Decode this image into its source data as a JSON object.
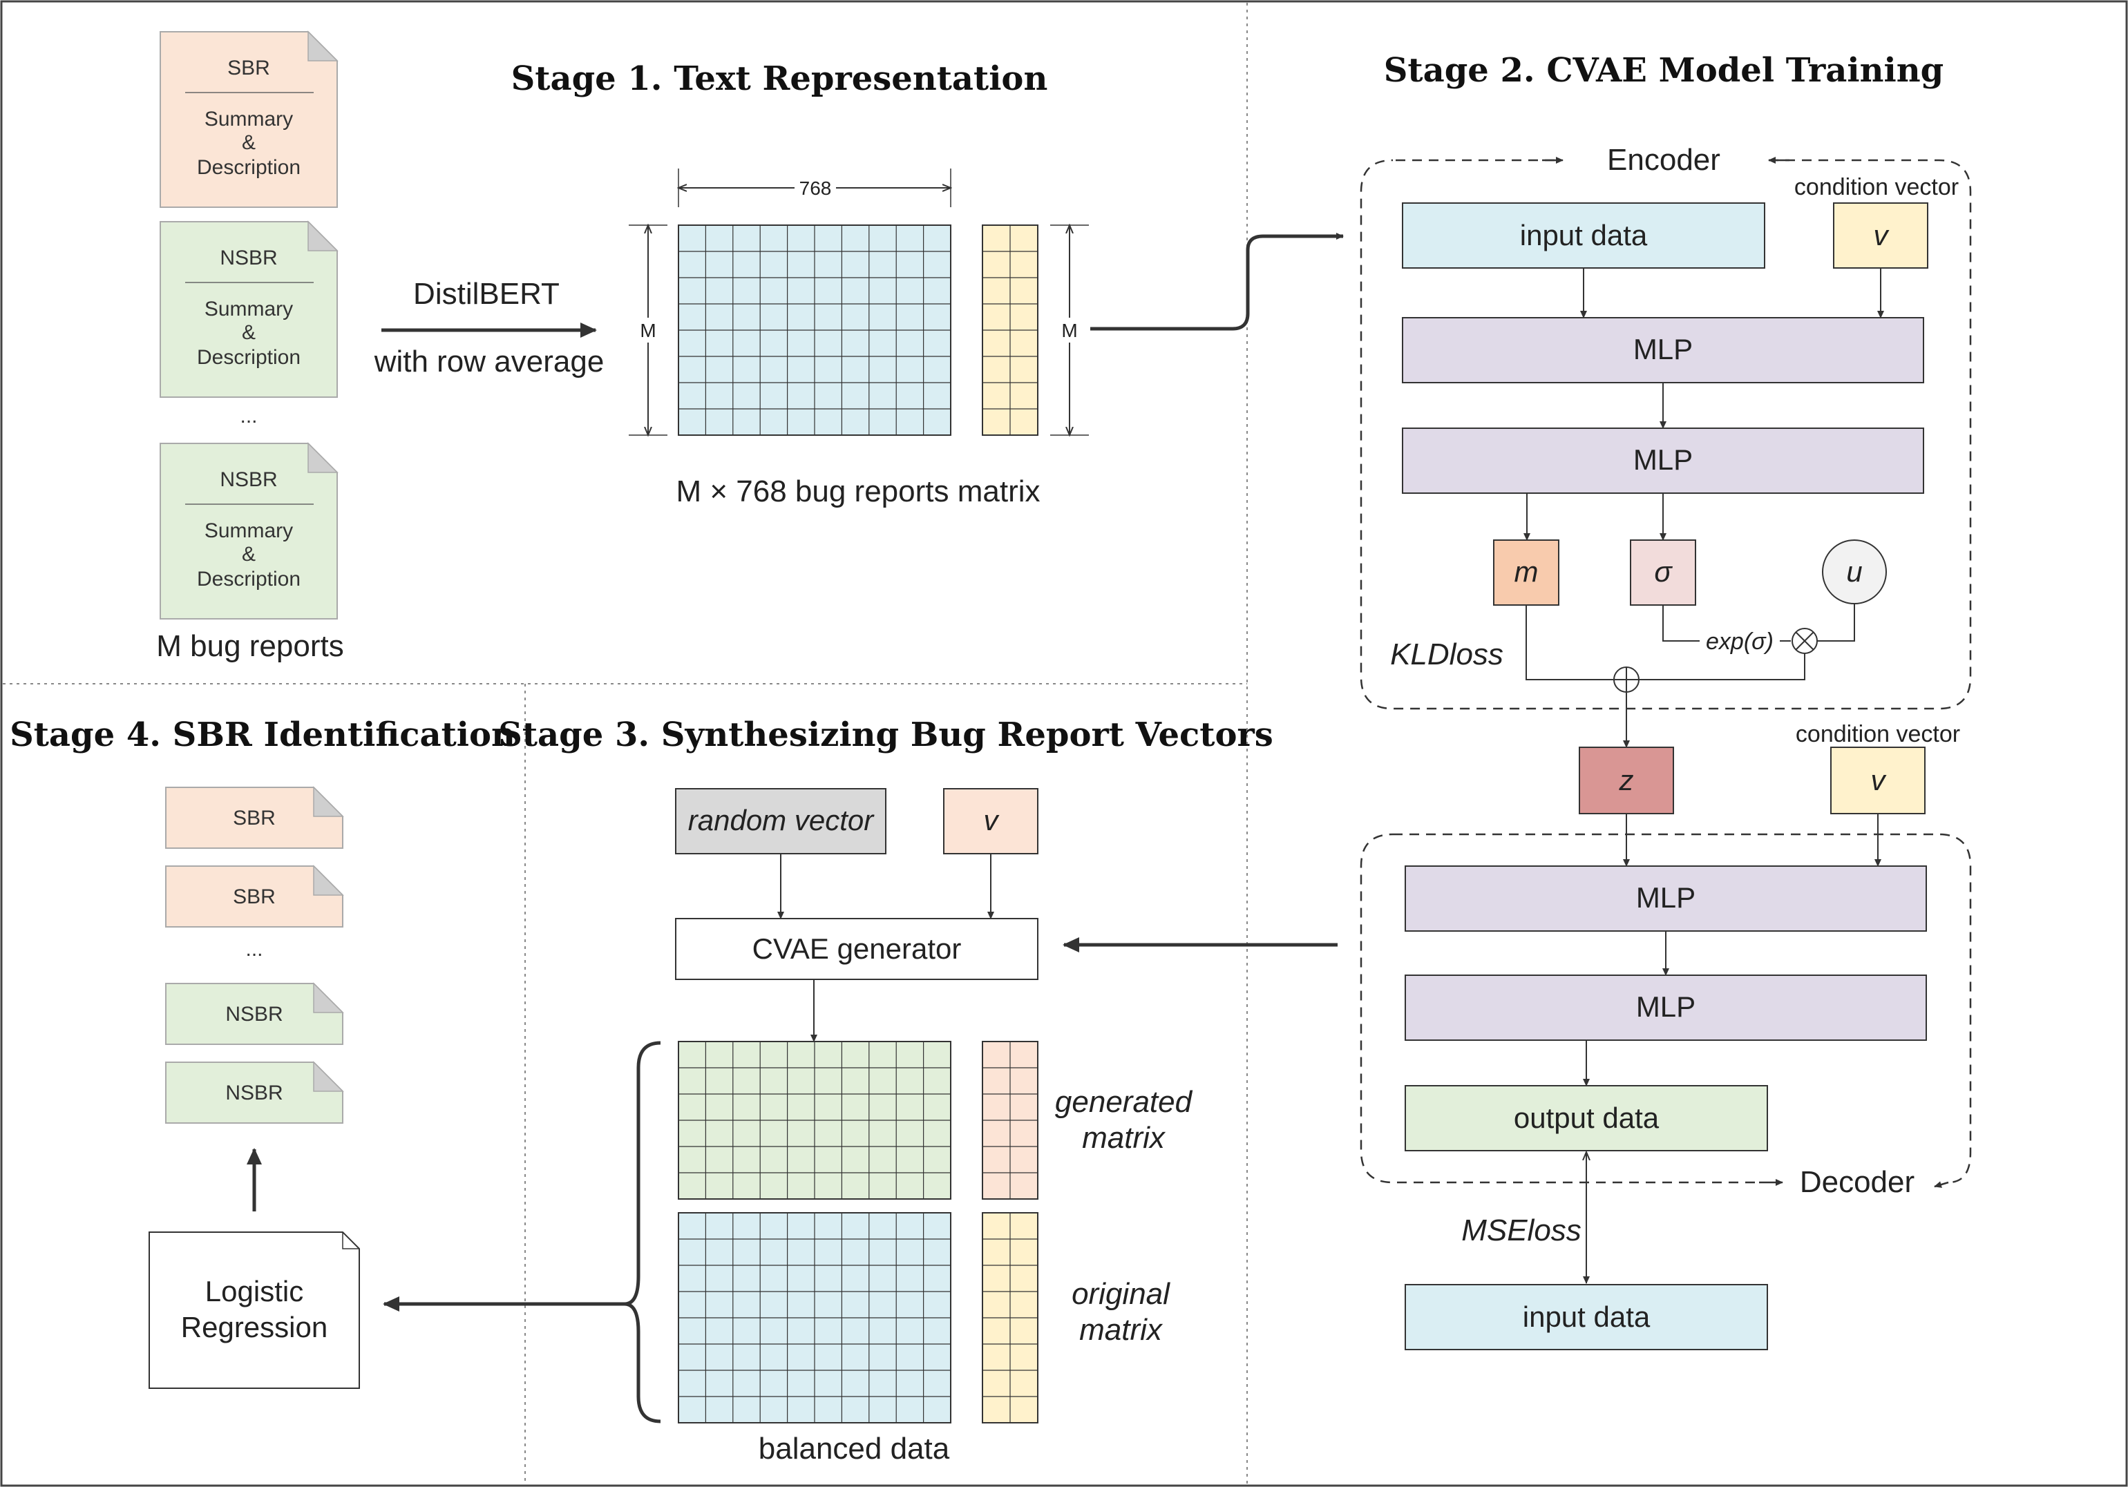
{
  "stages": {
    "stage1": "Stage 1. Text Representation",
    "stage2": "Stage 2. CVAE Model Training",
    "stage3": "Stage 3. Synthesizing Bug Report Vectors",
    "stage4": "Stage 4. SBR Identification"
  },
  "stage1": {
    "docs": [
      {
        "type": "SBR",
        "line1": "Summary",
        "line2": "&",
        "line3": "Description"
      },
      {
        "type": "NSBR",
        "line1": "Summary",
        "line2": "&",
        "line3": "Description"
      },
      {
        "type": "NSBR",
        "line1": "Summary",
        "line2": "&",
        "line3": "Description"
      }
    ],
    "ellipsis": "...",
    "docs_caption": "M bug reports",
    "encoder_label": "DistilBERT",
    "encoder_sub": "with row average",
    "matrix_width_label": "768",
    "matrix_rows_label": "M",
    "labels_rows_label": "M",
    "matrix_caption": "M × 768 bug reports matrix"
  },
  "stage2": {
    "encoder_label": "Encoder",
    "condition_vector_label": "condition vector",
    "input_data": "input data",
    "v": "v",
    "mlp": "MLP",
    "m": "m",
    "sigma": "σ",
    "u": "u",
    "exp_sigma": "exp(σ)",
    "kld_loss": "KLDloss",
    "z": "z",
    "condition_vector_label2": "condition vector",
    "v2": "v",
    "mlp_dec": "MLP",
    "output_data": "output data",
    "decoder_label": "Decoder",
    "mse_loss": "MSEloss",
    "input_data2": "input data"
  },
  "stage3": {
    "random_vector": "random vector",
    "v": "v",
    "generator": "CVAE generator",
    "generated_matrix_line1": "generated",
    "generated_matrix_line2": "matrix",
    "original_matrix_line1": "original",
    "original_matrix_line2": "matrix",
    "balanced_caption": "balanced data"
  },
  "stage4": {
    "docs": [
      "SBR",
      "SBR",
      "NSBR",
      "NSBR"
    ],
    "ellipsis": "...",
    "classifier_line1": "Logistic",
    "classifier_line2": "Regression"
  },
  "colors": {
    "sbr_fill": "#fbe5d6",
    "nsbr_fill": "#e2efda",
    "matrix_blue": "#daeef3",
    "label_yellow": "#fff2cc",
    "mlp_purple": "#e0dae8",
    "m_orange": "#f8cbad",
    "sigma_pink": "#f2dcdb",
    "z_red": "#d99694",
    "random_gray": "#d9d9d9",
    "gen_green": "#e2efda",
    "gen_peach": "#fce4d6"
  }
}
